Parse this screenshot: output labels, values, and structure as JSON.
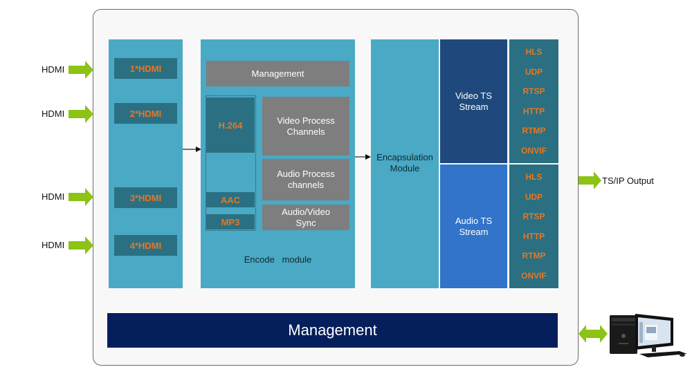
{
  "inputs": {
    "labels": [
      "HDMI",
      "HDMI",
      "HDMI",
      "HDMI"
    ]
  },
  "input_module": {
    "ports": [
      "1*HDMI",
      "2*HDMI",
      "3*HDMI",
      "4*HDMI"
    ]
  },
  "encode_module": {
    "title": "Encode   module",
    "management": "Management",
    "codecs": {
      "video": "H.264",
      "audio": [
        "AAC",
        "MP3"
      ]
    },
    "blocks": [
      "Video Process\nChannels",
      "Audio Process\nchannels",
      "Audio/Video\nSync"
    ]
  },
  "encapsulation_module": {
    "title": "Encapsulation\nModule"
  },
  "streams": {
    "video": {
      "label": "Video TS\nStream",
      "color": "#1f497d",
      "protocols": [
        "HLS",
        "UDP",
        "RTSP",
        "HTTP",
        "RTMP",
        "ONVIF"
      ]
    },
    "audio": {
      "label": "Audio TS\nStream",
      "color": "#3174c9",
      "protocols": [
        "HLS",
        "UDP",
        "RTSP",
        "HTTP",
        "RTMP",
        "ONVIF"
      ]
    }
  },
  "output": {
    "label": "TS/IP Output"
  },
  "management_bar": {
    "label": "Management",
    "color": "#041f5c"
  },
  "colors": {
    "accent_green": "#8cc314",
    "protocol_orange": "#e87722",
    "module_teal": "#4aa9c4",
    "port_teal": "#2a7082"
  }
}
